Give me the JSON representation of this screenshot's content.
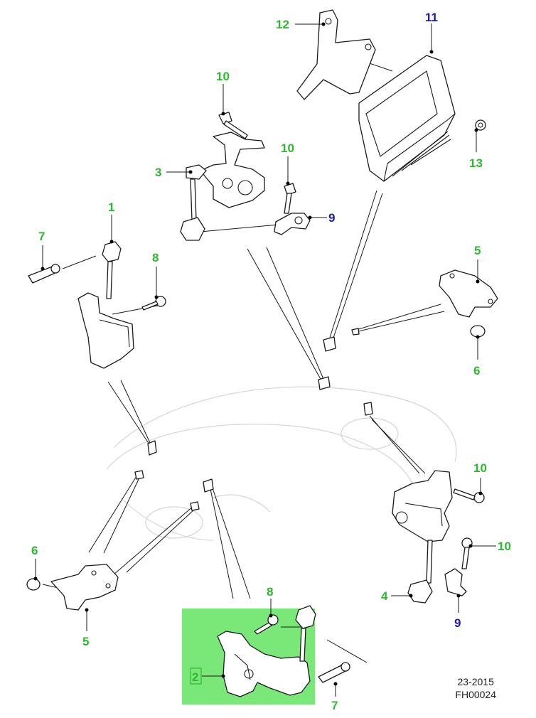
{
  "callouts": {
    "c12": "12",
    "c11": "11",
    "c10a": "10",
    "c10b": "10",
    "c3": "3",
    "c9a": "9",
    "c1": "1",
    "c7a": "7",
    "c8a": "8",
    "c13": "13",
    "c5a": "5",
    "c6a": "6",
    "c10c": "10",
    "c10d": "10",
    "c4": "4",
    "c9b": "9",
    "c6b": "6",
    "c5b": "5",
    "c8b": "8",
    "c2": "2",
    "c7b": "7"
  },
  "colors": {
    "callout_green": "#2db82d",
    "callout_blue": "#1a1aa8",
    "highlight_fill": "#79e879"
  },
  "footer": {
    "date_code": "23-2015",
    "figure_code": "FH00024"
  }
}
